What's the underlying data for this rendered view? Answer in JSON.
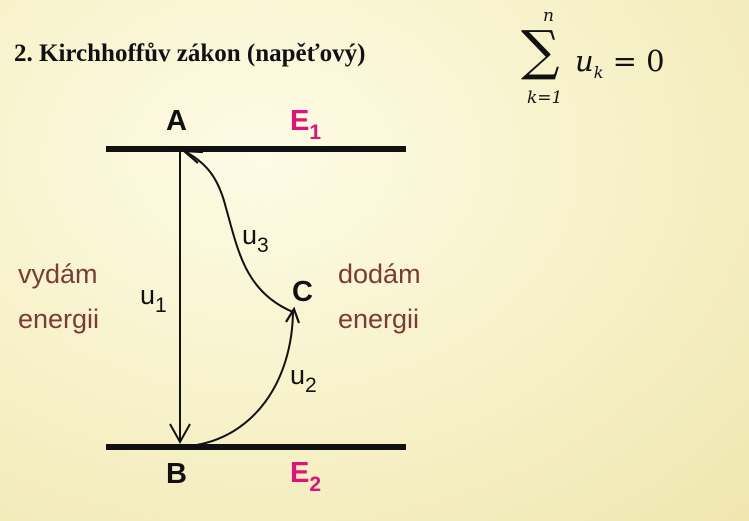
{
  "title": "2. Kirchhoffův zákon (napěťový)",
  "formula": {
    "upper": "n",
    "lower": "k=1",
    "symbol": "∑",
    "term": "u",
    "term_sub": "k",
    "rhs": "= 0"
  },
  "diagram": {
    "node_a": "A",
    "node_b": "B",
    "node_c": "C",
    "level_top": "E",
    "level_top_sub": "1",
    "level_bottom": "E",
    "level_bottom_sub": "2",
    "u1": "u",
    "u1_sub": "1",
    "u2": "u",
    "u2_sub": "2",
    "u3": "u",
    "u3_sub": "3",
    "left_line1": "vydám",
    "left_line2": "energii",
    "right_line1": "dodám",
    "right_line2": "energii",
    "colors": {
      "energy_label": "#e0127a",
      "side_text": "#7b3b34",
      "line": "#111111"
    }
  }
}
